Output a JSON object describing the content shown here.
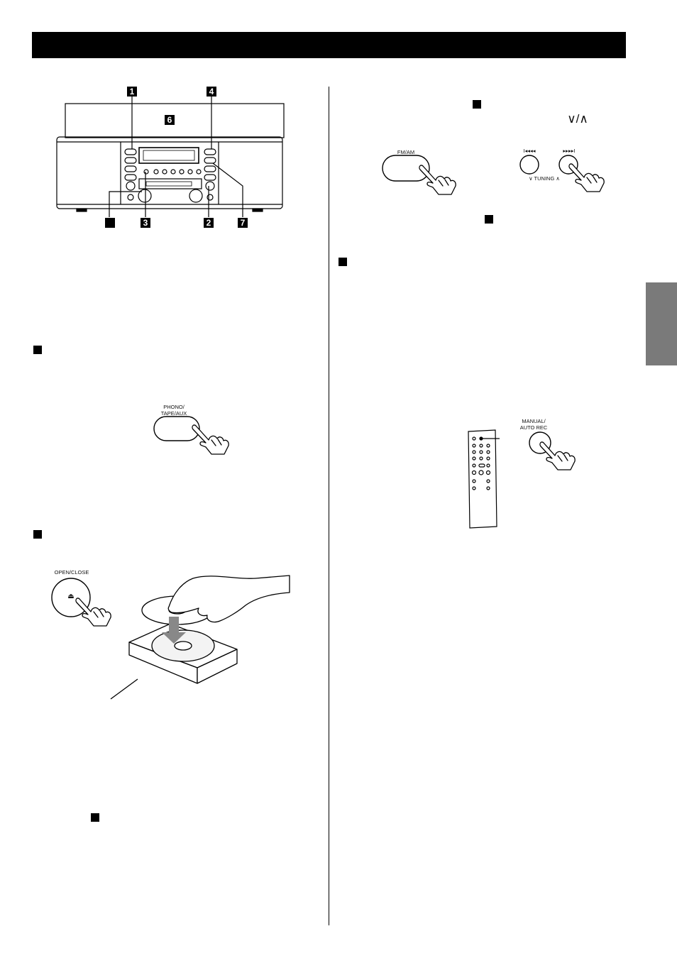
{
  "device_callouts": [
    "1",
    "4",
    "6",
    "3",
    "2",
    "7"
  ],
  "buttons": {
    "fm_am": "FM/AM",
    "tuning_prev_symbol": "I◂◂◂◂",
    "tuning_next_symbol": "▸▸▸▸I",
    "tuning": "∨ TUNING ∧",
    "tuning_arrows": "∨/∧",
    "phono_tape_aux_line1": "PHONO/",
    "phono_tape_aux_line2": "TAPE/AUX",
    "open_close": "OPEN/CLOSE",
    "eject_symbol": "⏏",
    "manual_auto_rec_line1": "MANUAL/",
    "manual_auto_rec_line2": "AUTO REC"
  }
}
